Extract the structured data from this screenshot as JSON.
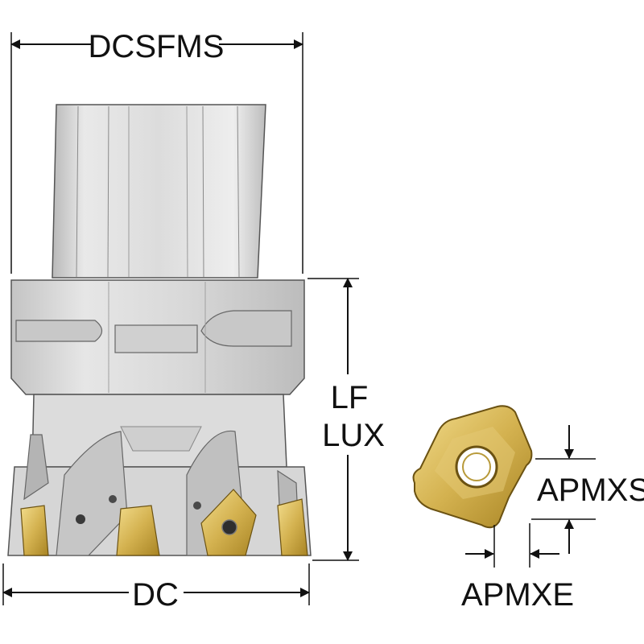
{
  "labels": {
    "top_width": "DCSFMS",
    "height_1": "LF",
    "height_2": "LUX",
    "bottom_width": "DC",
    "insert_depth": "APMXS",
    "insert_edge": "APMXE"
  },
  "colors": {
    "background": "#ffffff",
    "line": "#111111",
    "body_light": "#e4e4e4",
    "body_mid": "#c9c9c9",
    "body_dark": "#8f8f8f",
    "insert_gold": "#d8b85a",
    "insert_dark": "#8a6a1a"
  }
}
